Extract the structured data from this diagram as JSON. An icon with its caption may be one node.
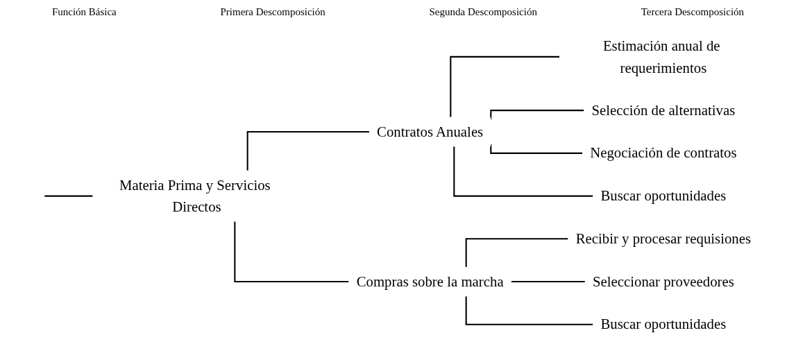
{
  "diagram": {
    "nodes": [
      {
        "text": [
          "Materia Prima y Servicios Directos"
        ]
      },
      {
        "text": [
          "Contratos Anuales"
        ]
      },
      {
        "text": [
          "Estimación anual de requerimientos"
        ]
      },
      {
        "text": [
          "Selección de alternativas"
        ]
      },
      {
        "text": [
          "Negociación de contratos"
        ]
      },
      {
        "text": [
          "Buscar oportunidades"
        ]
      },
      {
        "text": [
          "Compras sobre la marcha"
        ]
      },
      {
        "text": [
          "Recibir y procesar requisiones"
        ]
      },
      {
        "text": [
          "Seleccionar proveedores"
        ]
      },
      {
        "text": [
          "Buscar oportunidades"
        ]
      }
    ],
    "edges": [
      {
        "from": null,
        "to": 0,
        "arrow": "none"
      },
      {
        "from": 0,
        "to": 1,
        "arrow": "none"
      },
      {
        "from": 0,
        "to": 6,
        "arrow": "none"
      },
      {
        "from": 1,
        "to": 2,
        "arrow": "none"
      },
      {
        "from": 1,
        "to": 3,
        "arrow": "none"
      },
      {
        "from": 1,
        "to": 4,
        "arrow": "none"
      },
      {
        "from": 1,
        "to": 5,
        "arrow": "none"
      },
      {
        "from": 6,
        "to": 7,
        "arrow": "none"
      },
      {
        "from": 6,
        "to": 8,
        "arrow": "none"
      },
      {
        "from": 6,
        "to": 9,
        "arrow": "none"
      }
    ],
    "labels": [
      "Función Básica",
      "Primera Descomposición",
      "Segunda Descomposición",
      "Tercera Descomposición"
    ]
  }
}
